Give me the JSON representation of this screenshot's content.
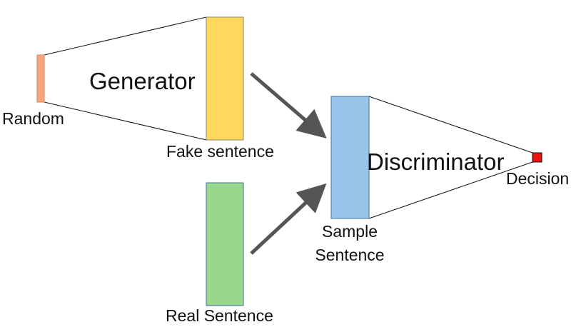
{
  "labels": {
    "random": "Random",
    "generator": "Generator",
    "fake_sentence": "Fake sentence",
    "real_sentence": "Real Sentence",
    "discriminator": "Discriminator",
    "sample_line1": "Sample",
    "sample_line2": "Sentence",
    "decision": "Decision"
  },
  "colors": {
    "random_box": "#f4a582",
    "fake_box": "#fdd85d",
    "real_box": "#98d78c",
    "sample_box": "#99c3e8",
    "decision_box": "#ee1111",
    "arrow": "#555555",
    "lines": "#111111",
    "box_stroke": "#41719c"
  }
}
